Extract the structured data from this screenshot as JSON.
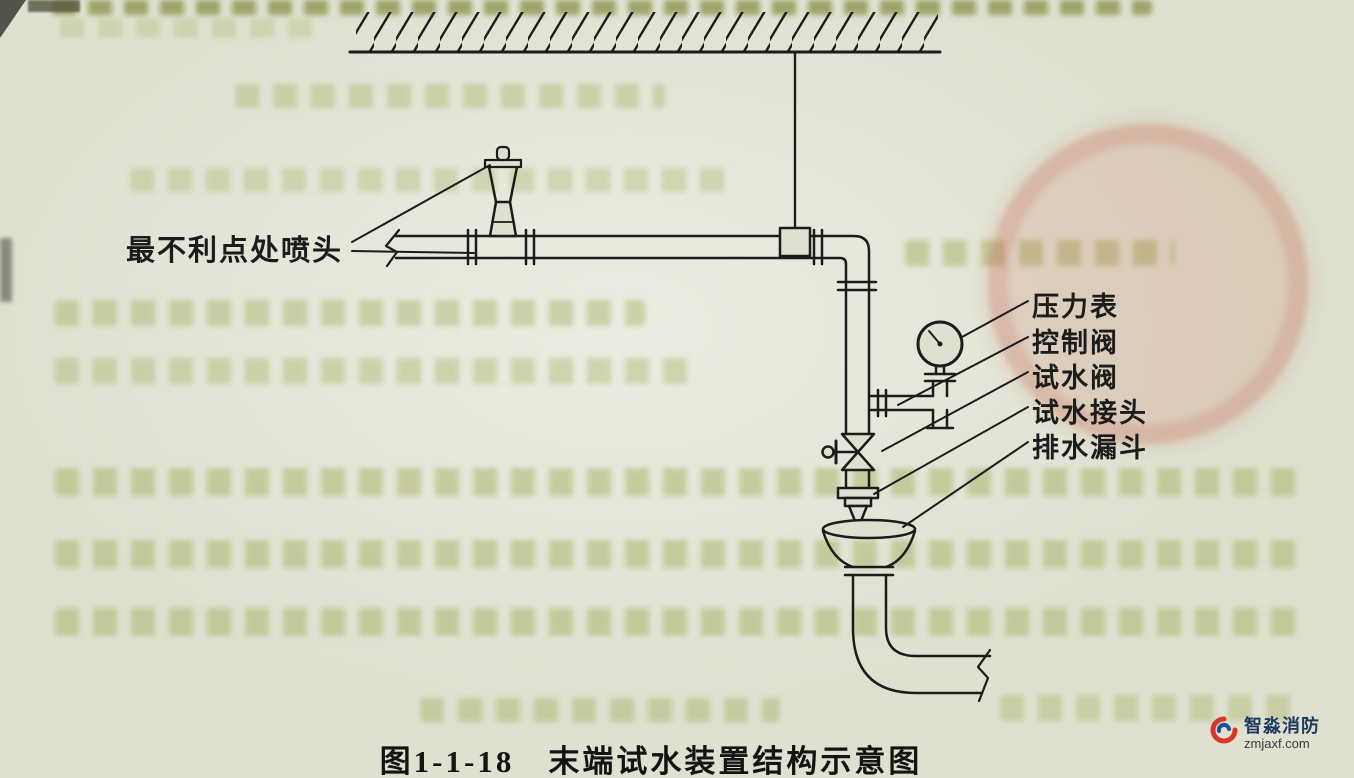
{
  "figure": {
    "caption": "图1-1-18　末端试水装置结构示意图",
    "labels": {
      "sprinkler": "最不利点处喷头",
      "pressure_gauge": "压力表",
      "control_valve": "控制阀",
      "test_valve": "试水阀",
      "test_connector": "试水接头",
      "drain_funnel": "排水漏斗"
    }
  },
  "watermark": {
    "brand": "智淼消防",
    "site": "zmjaxf.com"
  },
  "colors": {
    "paper": "#dee1d0",
    "ink": "#1c1c1c",
    "stamp": "#c4543f",
    "bleed": "#a8b063"
  }
}
